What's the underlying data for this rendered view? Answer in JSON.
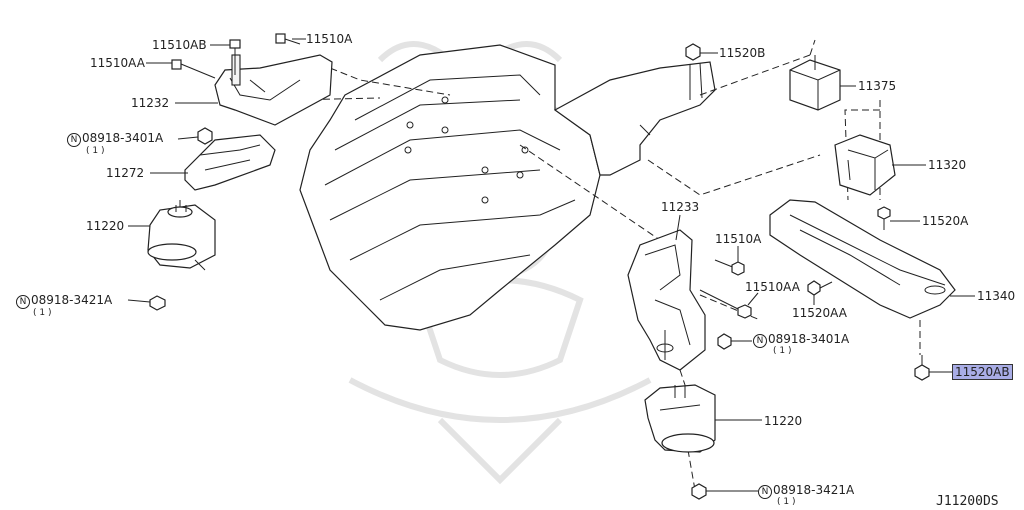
{
  "labels": {
    "p11510AB_left": "11510AB",
    "p11510A_top": "11510A",
    "p11510AA_left": "11510AA",
    "p11232": "11232",
    "n_08918_3401A_left": "08918-3401A",
    "qty_1_a": "( 1 )",
    "p11272": "11272",
    "p11220_left": "11220",
    "n_08918_3421A_left": "08918-3421A",
    "qty_1_b": "( 1 )",
    "p11520B": "11520B",
    "p11375": "11375",
    "p11320": "11320",
    "p11520A_right": "11520A",
    "p11233": "11233",
    "p11510A_mid": "11510A",
    "p11510AA_mid": "11510AA",
    "p11520AA": "11520AA",
    "p11340": "11340",
    "n_08918_3401A_mid": "08918-3401A",
    "qty_1_c": "( 1 )",
    "p11520AB_highlighted": "11520AB",
    "p11220_bottom": "11220",
    "n_08918_3421A_bottom": "08918-3421A",
    "qty_1_d": "( 1 )"
  },
  "n_symbol": "N",
  "diagram_code": "J11200DS",
  "colors": {
    "highlight": "#a9ade6",
    "line": "#222222",
    "watermark": "#e3e3e3"
  },
  "icons": [
    "engine-block",
    "bolt",
    "nut",
    "washer",
    "engine-mount",
    "bracket",
    "crossmember",
    "transmission"
  ]
}
